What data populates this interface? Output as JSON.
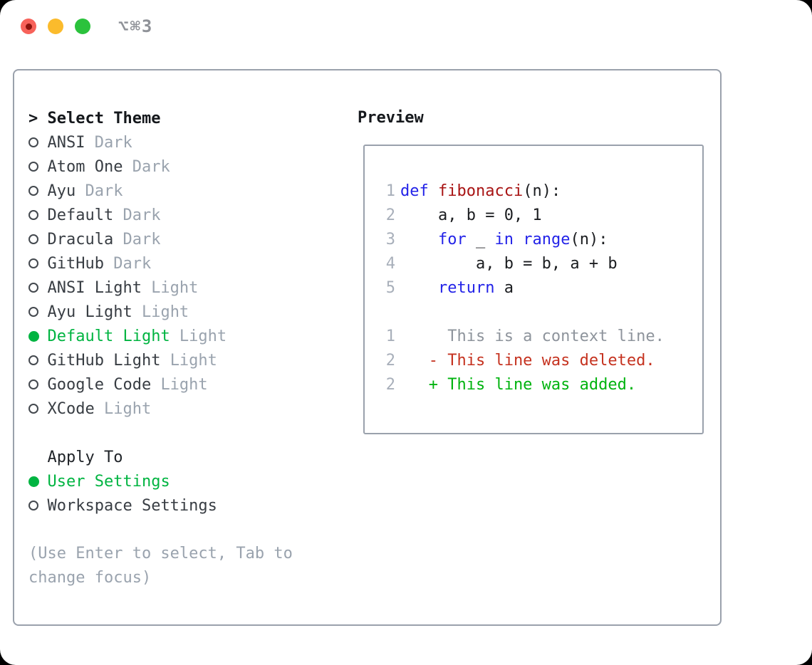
{
  "window": {
    "title_shortcut": "⌥⌘3",
    "traffic_lights": [
      {
        "name": "close-button",
        "color": "#f7625a",
        "has_dot": true,
        "dot_color": "#8c130d"
      },
      {
        "name": "minimize-button",
        "color": "#fbbb2c",
        "has_dot": false,
        "dot_color": ""
      },
      {
        "name": "zoom-button",
        "color": "#2bc23c",
        "has_dot": false,
        "dot_color": ""
      }
    ]
  },
  "theme_selector": {
    "prompt_marker": ">",
    "title": "Select Theme",
    "items": [
      {
        "name": "ANSI",
        "tag": "Dark",
        "selected": false
      },
      {
        "name": "Atom One",
        "tag": "Dark",
        "selected": false
      },
      {
        "name": "Ayu",
        "tag": "Dark",
        "selected": false
      },
      {
        "name": "Default",
        "tag": "Dark",
        "selected": false
      },
      {
        "name": "Dracula",
        "tag": "Dark",
        "selected": false
      },
      {
        "name": "GitHub",
        "tag": "Dark",
        "selected": false
      },
      {
        "name": "ANSI Light",
        "tag": "Light",
        "selected": false
      },
      {
        "name": "Ayu Light",
        "tag": "Light",
        "selected": false
      },
      {
        "name": "Default Light",
        "tag": "Light",
        "selected": true
      },
      {
        "name": "GitHub Light",
        "tag": "Light",
        "selected": false
      },
      {
        "name": "Google Code",
        "tag": "Light",
        "selected": false
      },
      {
        "name": "XCode",
        "tag": "Light",
        "selected": false
      }
    ]
  },
  "apply_to": {
    "title": "Apply To",
    "options": [
      {
        "label": "User Settings",
        "selected": true
      },
      {
        "label": "Workspace Settings",
        "selected": false
      }
    ]
  },
  "hint": "(Use Enter to select, Tab to change focus)",
  "preview": {
    "title": "Preview",
    "lines": [
      {
        "num": "1",
        "segments": [
          {
            "text": "def",
            "color": "keyword"
          },
          {
            "text": " "
          },
          {
            "text": "fibonacci",
            "color": "function"
          },
          {
            "text": "(n):"
          }
        ]
      },
      {
        "num": "2",
        "segments": [
          {
            "text": "    a, b = 0, 1"
          }
        ]
      },
      {
        "num": "3",
        "segments": [
          {
            "text": "    "
          },
          {
            "text": "for",
            "color": "keyword"
          },
          {
            "text": " _ "
          },
          {
            "text": "in",
            "color": "keyword"
          },
          {
            "text": " "
          },
          {
            "text": "range",
            "color": "keyword"
          },
          {
            "text": "(n):"
          }
        ]
      },
      {
        "num": "4",
        "segments": [
          {
            "text": "        a, b = b, a + b"
          }
        ]
      },
      {
        "num": "5",
        "segments": [
          {
            "text": "    "
          },
          {
            "text": "return",
            "color": "keyword"
          },
          {
            "text": " a"
          }
        ]
      },
      {
        "num": "",
        "segments": []
      },
      {
        "num": "1",
        "segments": [
          {
            "text": "     This is a context line.",
            "color": "context"
          }
        ]
      },
      {
        "num": "2",
        "segments": [
          {
            "text": "   - This line was deleted.",
            "color": "deleted"
          }
        ]
      },
      {
        "num": "2",
        "segments": [
          {
            "text": "   + This line was added.",
            "color": "added"
          }
        ]
      }
    ]
  },
  "colors": {
    "keyword": "#2323e8",
    "function": "#a81414",
    "context": "#8e949c",
    "deleted": "#c5321f",
    "added": "#00b30f",
    "line_number": "#a8afba",
    "selection_green": "#00b441",
    "code_text": "#1b1d20"
  }
}
